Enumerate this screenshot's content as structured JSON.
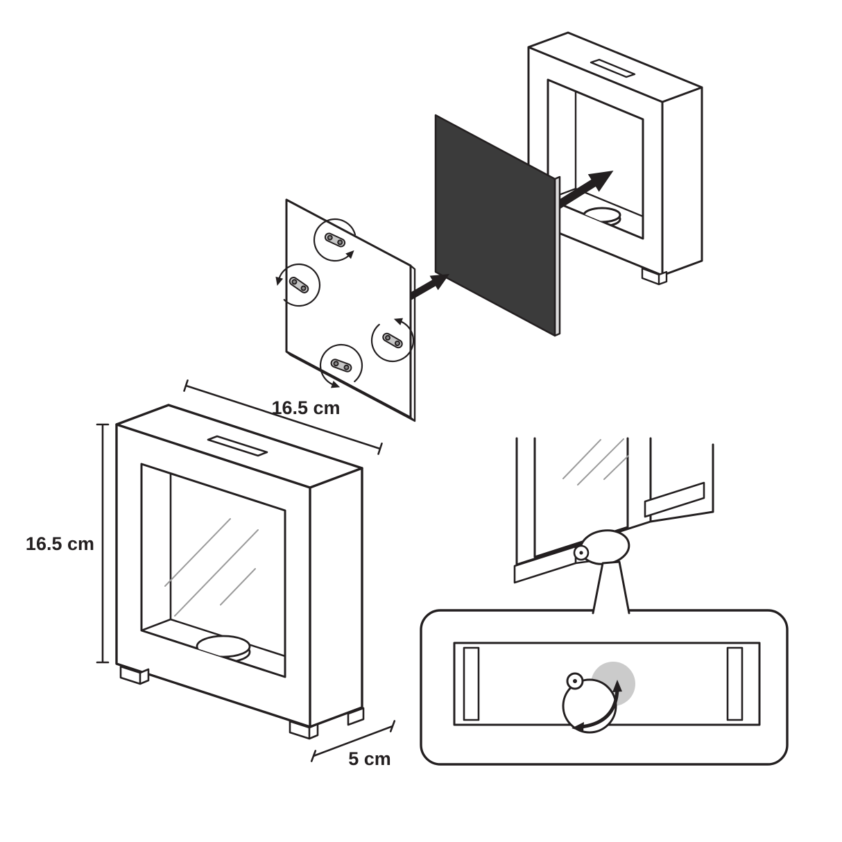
{
  "figure": {
    "background": "#ffffff",
    "line_color": "#231f20",
    "labels": {
      "width": "16.5 cm",
      "height": "16.5 cm",
      "depth": "5 cm"
    },
    "colors": {
      "photo_panel": "#3b3b3b",
      "panel_edge": "#dcdcdc",
      "clip_metal": "#c6c6c6",
      "clip_rivet": "#8a8a8a",
      "rotate_shade": "#cbcbcb",
      "glass_hatch": "#9b9b9b"
    }
  }
}
